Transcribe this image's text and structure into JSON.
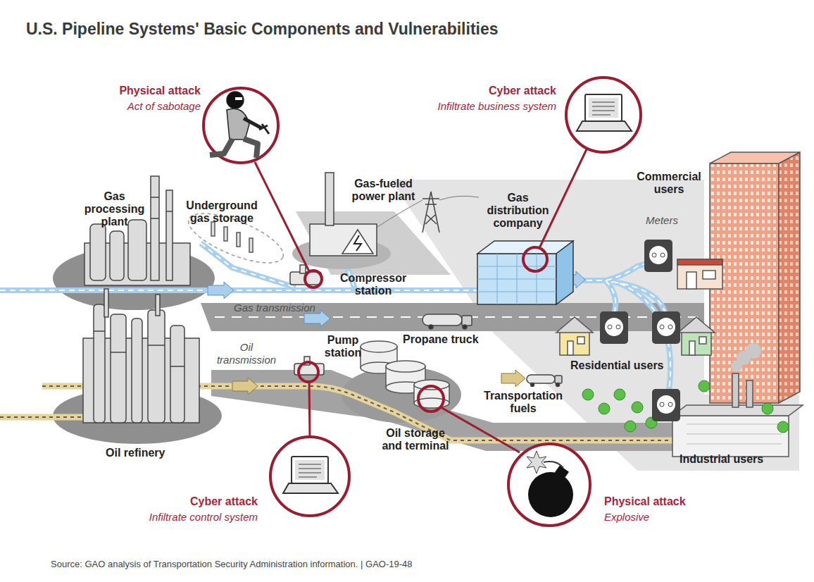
{
  "diagram": {
    "title": "U.S. Pipeline Systems' Basic Components and Vulnerabilities",
    "caption": "Source: GAO analysis of Transportation Security Administration information. | GAO-19-48",
    "nodes": [
      {
        "text": [
          "Physical attack",
          "Act of sabotage"
        ]
      },
      {
        "text": [
          "Cyber attack",
          "Infiltrate business system"
        ]
      },
      {
        "text": [
          "Cyber attack",
          "Infiltrate control system"
        ]
      },
      {
        "text": [
          "Physical attack",
          "Explosive"
        ]
      }
    ],
    "labels": [
      "Gas processing plant",
      "Underground gas storage",
      "Gas-fueled power plant",
      "Gas distribution company",
      "Commercial users",
      "Meters",
      "Compressor station",
      "Gas transmission",
      "Propane truck",
      "Oil transmission",
      "Pump station",
      "Residential users",
      "Transportation fuels",
      "Oil storage and terminal",
      "Oil refinery",
      "Industrial users"
    ]
  }
}
